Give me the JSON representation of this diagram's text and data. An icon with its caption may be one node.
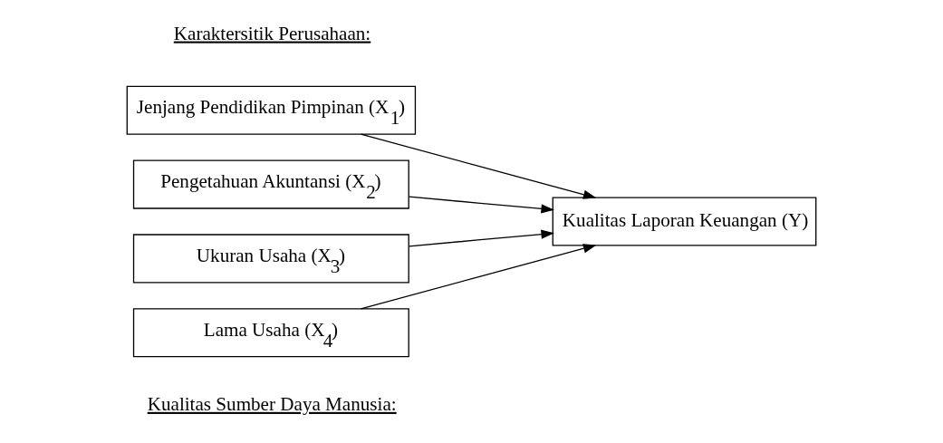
{
  "diagram": {
    "nodes": [
      {
        "text": [
          "Jenjang Pendidikan Pimpinan (X$_{1}$)"
        ]
      },
      {
        "text": [
          "Pengetahuan Akuntansi (X$_{2}$)"
        ]
      },
      {
        "text": [
          "Ukuran Usaha (X$_{3}$)"
        ]
      },
      {
        "text": [
          "Lama Usaha (X$_{4}$)"
        ]
      },
      {
        "text": [
          "Kualitas Laporan Keuangan (Y)"
        ]
      }
    ],
    "edges": [
      {
        "from": 0,
        "to": 4,
        "arrow": "to"
      },
      {
        "from": 1,
        "to": 4,
        "arrow": "to"
      },
      {
        "from": 2,
        "to": 4,
        "arrow": "to"
      },
      {
        "from": 3,
        "to": 4,
        "arrow": "to"
      }
    ],
    "labels": [
      "Kualitas Sumber Daya Manusia:",
      "Karaktersitik Perusahaan:"
    ]
  }
}
